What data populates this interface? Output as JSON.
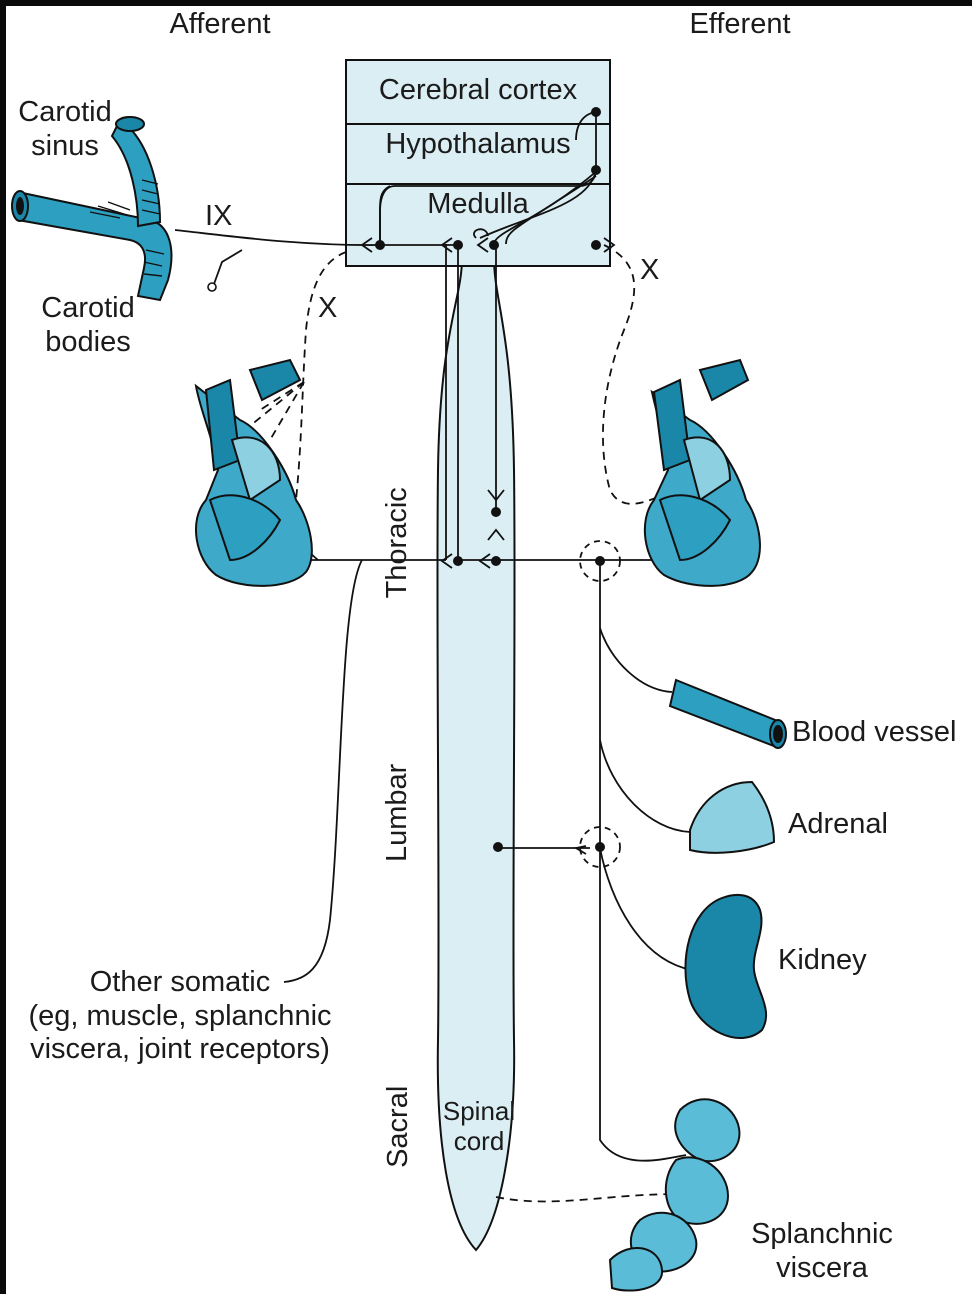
{
  "headers": {
    "afferent": "Afferent",
    "efferent": "Efferent"
  },
  "brain": {
    "cortex": "Cerebral cortex",
    "hypothalamus": "Hypothalamus",
    "medulla": "Medulla"
  },
  "nerves": {
    "glossopharyngeal": "IX",
    "vagus_afferent": "X",
    "vagus_efferent": "X"
  },
  "afferent_inputs": {
    "carotid_sinus": "Carotid\nsinus",
    "carotid_bodies": "Carotid\nbodies",
    "other_somatic": "Other somatic\n(eg, muscle, splanchnic\nviscera, joint receptors)"
  },
  "cord_regions": {
    "thoracic": "Thoracic",
    "lumbar": "Lumbar",
    "sacral": "Sacral",
    "cord_label": "Spinal\ncord"
  },
  "targets": {
    "blood_vessel": "Blood vessel",
    "adrenal": "Adrenal",
    "kidney": "Kidney",
    "splanchnic": "Splanchnic\nviscera"
  },
  "colors": {
    "background": "#0a0a0a",
    "panel": "#ffffff",
    "cord_fill": "#dbeef3",
    "tissue_dark": "#1a86a8",
    "tissue_mid": "#3fa9c9",
    "tissue_light": "#8dd0e2",
    "line": "#111111"
  }
}
